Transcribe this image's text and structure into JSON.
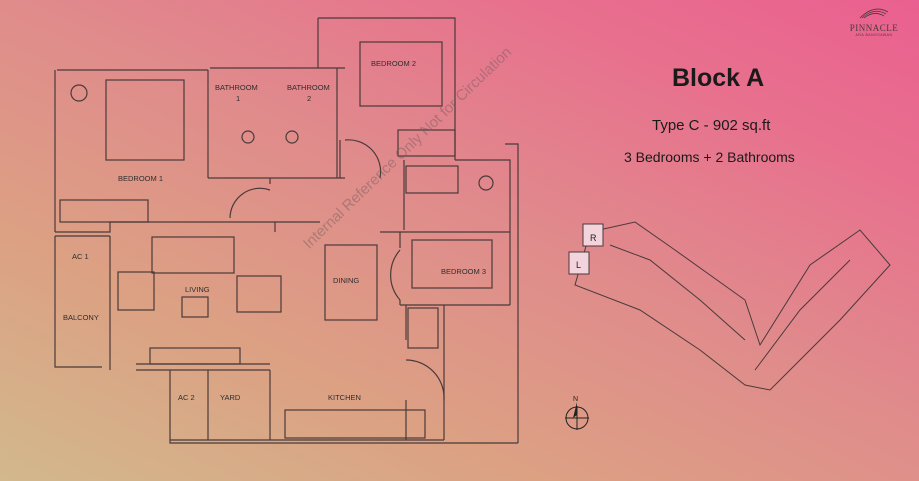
{
  "header": {
    "block": "Block A",
    "unit_type": "Type C - 902 sq.ft",
    "rooms_summary": "3 Bedrooms + 2 Bathrooms"
  },
  "logo": {
    "name": "PINNACLE",
    "subtitle": "ARA BANGSAWAN"
  },
  "watermark": "Internal Reference Only Not for Circulation",
  "floorplan": {
    "rooms": {
      "bedroom2": "BEDROOM 2",
      "bathroom1": "BATHROOM",
      "bathroom1_no": "1",
      "bathroom2": "BATHROOM",
      "bathroom2_no": "2",
      "bedroom1": "BEDROOM 1",
      "ac1": "AC 1",
      "balcony": "BALCONY",
      "living": "LIVING",
      "dining": "DINING",
      "bedroom3": "BEDROOM 3",
      "ac2": "AC 2",
      "yard": "YARD",
      "kitchen": "KITCHEN"
    }
  },
  "keyplan": {
    "unit_r": "R",
    "unit_l": "L",
    "north": "N"
  },
  "colors": {
    "wall": "#4a3a3a",
    "highlight_unit": "#f3d4dc"
  }
}
